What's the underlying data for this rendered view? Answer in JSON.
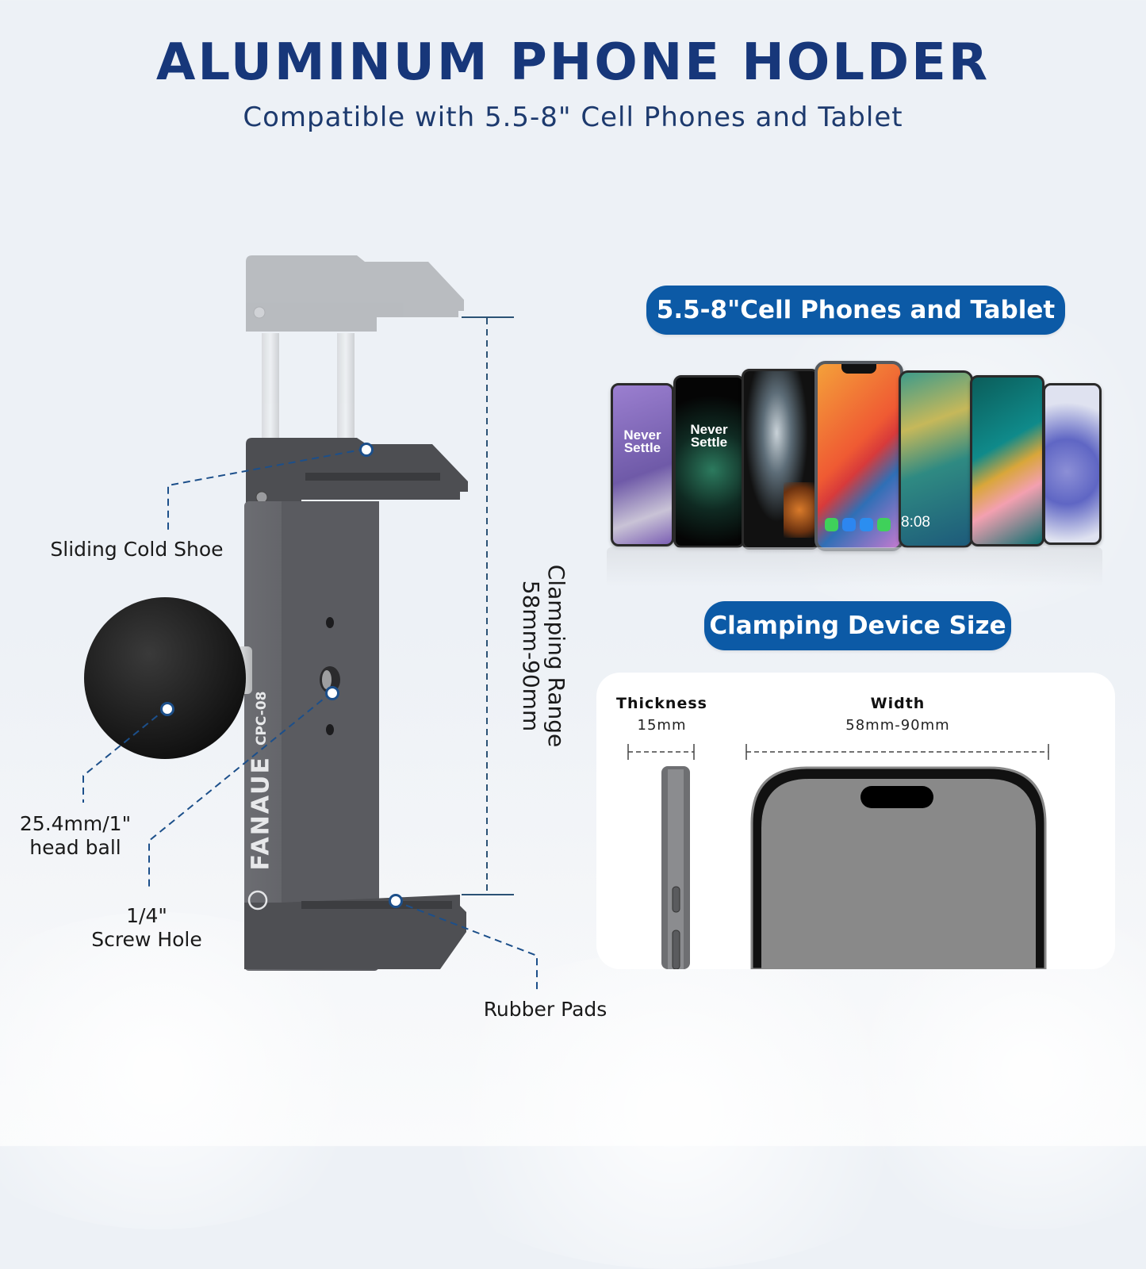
{
  "header": {
    "title": "ALUMINUM PHONE HOLDER",
    "subtitle": "Compatible with 5.5-8\" Cell Phones and Tablet"
  },
  "product": {
    "brand": "FANAUE",
    "model": "CPC-08",
    "callouts": {
      "cold_shoe": "Sliding Cold Shoe",
      "head_ball_line1": "25.4mm/1\"",
      "head_ball_line2": "head ball",
      "screw_hole_line1": "1/4\"",
      "screw_hole_line2": "Screw Hole",
      "rubber_pads": "Rubber Pads"
    },
    "clamping_range": {
      "label": "Clamping Range",
      "value": "58mm-90mm"
    }
  },
  "compatibility": {
    "badge": "5.5-8\"Cell Phones and Tablet",
    "phone_texts": [
      "Never Settle",
      "Never Settle",
      "8:08"
    ]
  },
  "device_size": {
    "badge": "Clamping Device Size",
    "thickness": {
      "label": "Thickness",
      "value": "15mm"
    },
    "width": {
      "label": "Width",
      "value": "58mm-90mm"
    }
  },
  "colors": {
    "title": "#17377a",
    "badge_bg": "#0c5aa6",
    "leader_line": "#1c4f8a",
    "holder_body": "#5f6065"
  }
}
